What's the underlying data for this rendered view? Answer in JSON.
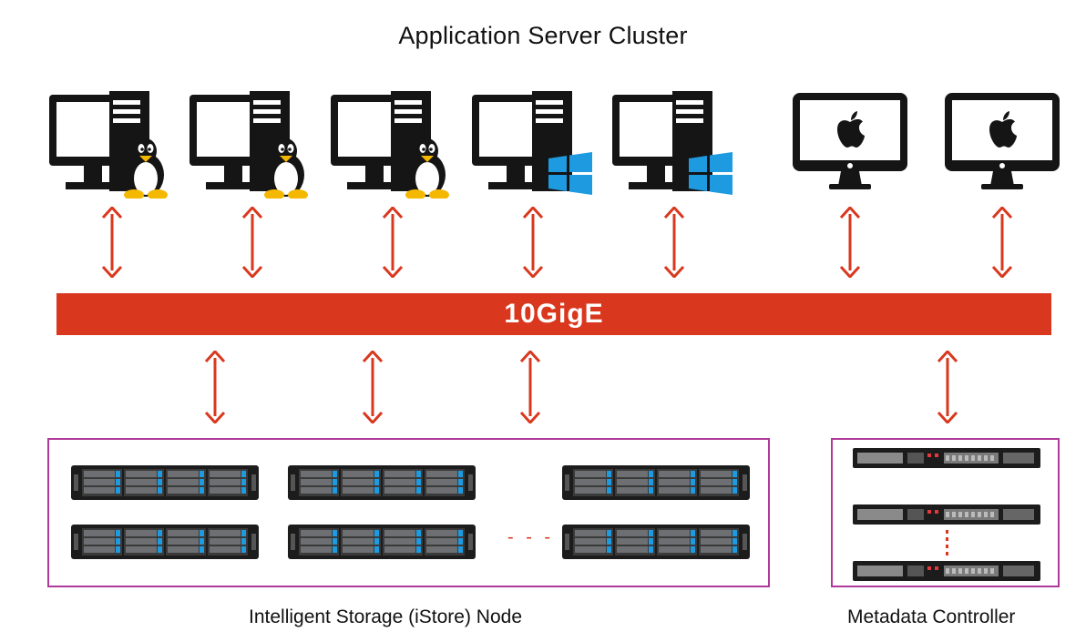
{
  "title": "Application Server Cluster",
  "network": {
    "label": "10GigE"
  },
  "clients": [
    {
      "type": "pc",
      "os": "linux",
      "icon": "tux-icon"
    },
    {
      "type": "pc",
      "os": "linux",
      "icon": "tux-icon"
    },
    {
      "type": "pc",
      "os": "linux",
      "icon": "tux-icon"
    },
    {
      "type": "pc",
      "os": "windows",
      "icon": "windows-icon"
    },
    {
      "type": "pc",
      "os": "windows",
      "icon": "windows-icon"
    },
    {
      "type": "mac",
      "os": "mac",
      "icon": "apple-icon"
    },
    {
      "type": "mac",
      "os": "mac",
      "icon": "apple-icon"
    }
  ],
  "storage": {
    "label": "Intelligent Storage (iStore) Node",
    "ellipsis": "- - -"
  },
  "metadata": {
    "label": "Metadata Controller"
  },
  "colors": {
    "accent": "#d9381e",
    "border": "#b03a9a",
    "windows": "#1e9be0",
    "ink": "#151515"
  }
}
